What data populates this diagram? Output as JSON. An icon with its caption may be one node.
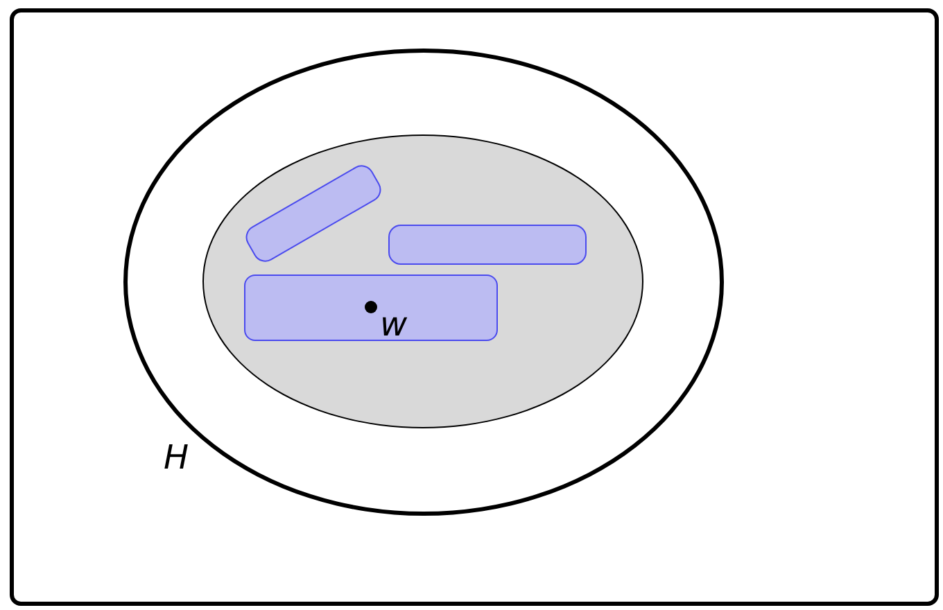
{
  "diagram": {
    "nodes": [
      {
        "text": [],
        "shape": "box"
      },
      {
        "text": [],
        "shape": "ellipse",
        "in": 0,
        "beside": [
          "H"
        ]
      },
      {
        "text": [],
        "shape": "ellipse",
        "in": 1
      },
      {
        "text": [],
        "shape": "bar",
        "in": 2
      },
      {
        "text": [],
        "shape": "bar",
        "in": 2
      },
      {
        "text": [],
        "shape": "box",
        "in": 2
      },
      {
        "text": [],
        "shape": "circle",
        "in": 5,
        "beside": [
          "w"
        ]
      }
    ]
  }
}
